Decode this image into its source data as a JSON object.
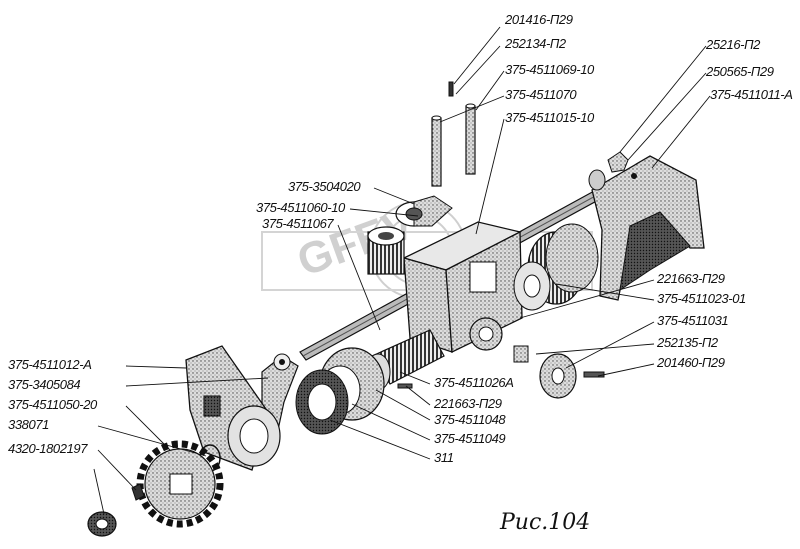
{
  "watermark": "GFEV",
  "figure_caption": "Рис.104",
  "labels": {
    "l201416": "201416-П29",
    "l252134": "252134-П2",
    "l1069": "375-4511069-10",
    "l1070": "375-4511070",
    "l1015": "375-4511015-10",
    "l25216": "25216-П2",
    "l250565": "250565-П29",
    "l1011": "375-4511011-А",
    "l3504020": "375-3504020",
    "l1060": "375-4511060-10",
    "l1067": "375-4511067",
    "l221663a": "221663-П29",
    "l1023": "375-4511023-01",
    "l1031": "375-4511031",
    "l252135": "252135-П2",
    "l201460": "201460-П29",
    "l1012": "375-4511012-А",
    "l3405084": "375-3405084",
    "l1050": "375-4511050-20",
    "l338071": "338071",
    "l4320": "4320-1802197",
    "l1026": "375-4511026А",
    "l221663b": "221663-П29",
    "l1048": "375-4511048",
    "l1049": "375-4511049",
    "l311": "311"
  }
}
